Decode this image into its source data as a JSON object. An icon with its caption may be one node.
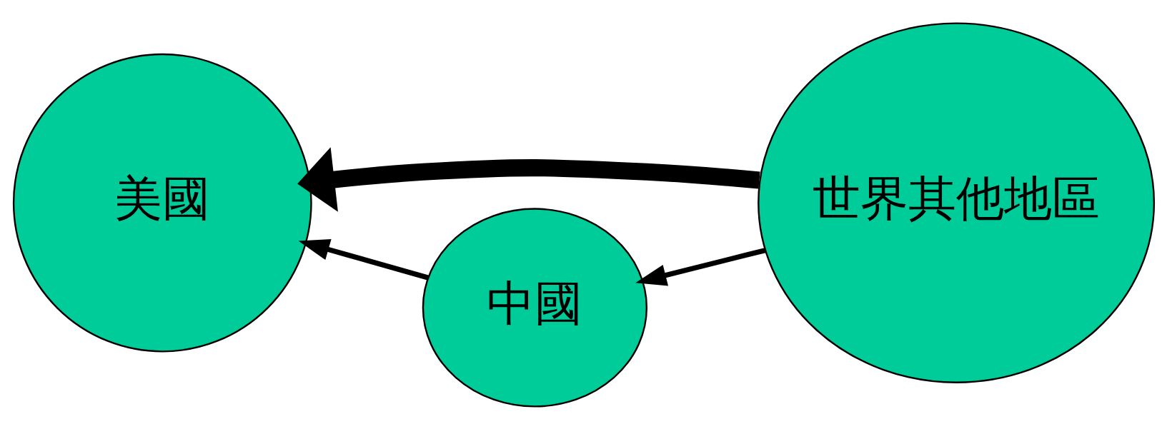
{
  "diagram": {
    "nodes": [
      {
        "text": [
          "美國"
        ]
      },
      {
        "text": [
          "中國"
        ]
      },
      {
        "text": [
          "世界其他地區"
        ]
      }
    ],
    "edges": [
      {
        "from": 2,
        "to": 0,
        "arrow": "to",
        "style": "thick"
      },
      {
        "from": 1,
        "to": 0,
        "arrow": "to"
      },
      {
        "from": 2,
        "to": 1,
        "arrow": "to"
      }
    ]
  }
}
